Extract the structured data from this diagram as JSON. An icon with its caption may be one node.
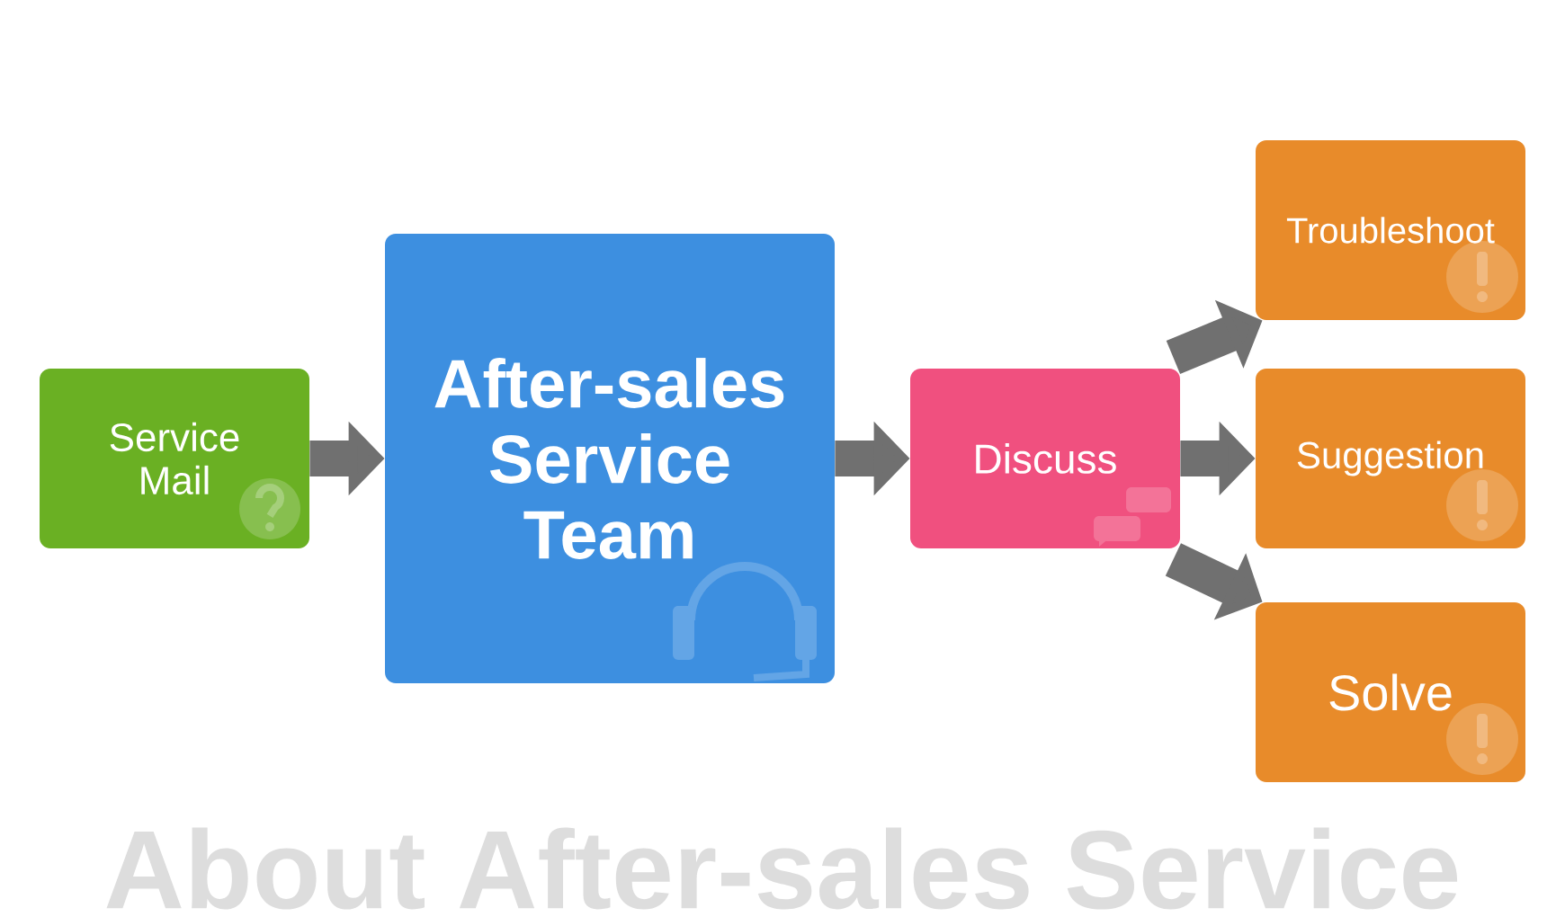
{
  "diagram": {
    "title": "About After-sales Service",
    "nodes": [
      {
        "text": [
          "Service Mail"
        ]
      },
      {
        "text": [
          "After-sales Service Team"
        ]
      },
      {
        "text": [
          "Discuss"
        ]
      },
      {
        "text": [
          "Troubleshoot"
        ]
      },
      {
        "text": [
          "Suggestion"
        ]
      },
      {
        "text": [
          "Solve"
        ]
      }
    ],
    "edges": [
      {
        "from": 0,
        "to": 1,
        "arrow": "to"
      },
      {
        "from": 1,
        "to": 2,
        "arrow": "to"
      },
      {
        "from": 2,
        "to": 3,
        "arrow": "to"
      },
      {
        "from": 2,
        "to": 4,
        "arrow": "to"
      },
      {
        "from": 2,
        "to": 5,
        "arrow": "to"
      }
    ]
  }
}
